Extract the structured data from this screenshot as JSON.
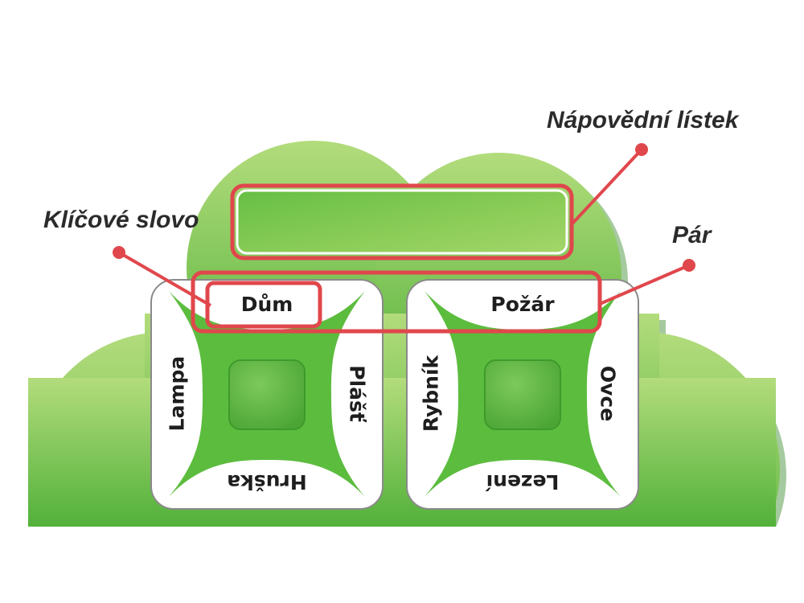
{
  "callouts": {
    "hint_card": "Nápovědní lístek",
    "keyword": "Klíčové slovo",
    "pair": "Pár"
  },
  "cards": [
    {
      "top": "Dům",
      "left": "Lampa",
      "right": "Plášť",
      "bottom": "Hruška"
    },
    {
      "top": "Požár",
      "left": "Rybník",
      "right": "Ovce",
      "bottom": "Lezení"
    }
  ],
  "colors": {
    "board_light": "#a6d66c",
    "board_dark": "#55b43c",
    "card_green": "#5cbc3e",
    "highlight_red": "#e0474c",
    "text_dark": "#1e1e1e"
  }
}
